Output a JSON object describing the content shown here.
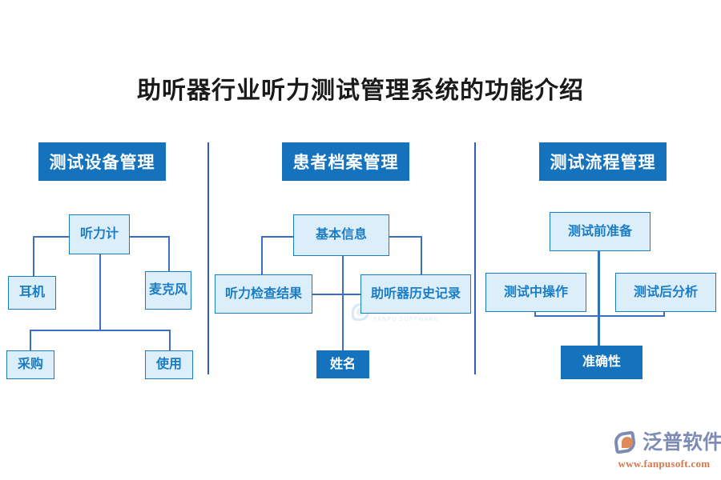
{
  "page": {
    "title": "助听器行业听力测试管理系统的功能介绍",
    "background_color": "#ffffff"
  },
  "colors": {
    "header_blue": "#1572bd",
    "node_light_fill": "#ddeefb",
    "node_light_border": "#1a7dc4",
    "node_light_text": "#1a7dc4",
    "node_dark_fill": "#1572bd",
    "node_dark_text": "#ffffff",
    "connector": "#3a6fc4",
    "divider": "#2f5fbf",
    "title_text": "#1a1a1a"
  },
  "sections": [
    {
      "header": "测试设备管理",
      "root": "听力计",
      "nodes": [
        "耳机",
        "麦克风",
        "采购",
        "使用"
      ]
    },
    {
      "header": "患者档案管理",
      "root": "基本信息",
      "nodes": [
        "听力检查结果",
        "助听器历史记录",
        "姓名"
      ]
    },
    {
      "header": "测试流程管理",
      "root": "测试前准备",
      "nodes": [
        "测试中操作",
        "测试后分析",
        "准确性"
      ]
    }
  ],
  "watermark": {
    "cn": "泛普软件",
    "en": "FANPU SOFTWARE"
  },
  "logo": {
    "cn": "泛普软件",
    "url": "www.fanpusoft.com"
  }
}
